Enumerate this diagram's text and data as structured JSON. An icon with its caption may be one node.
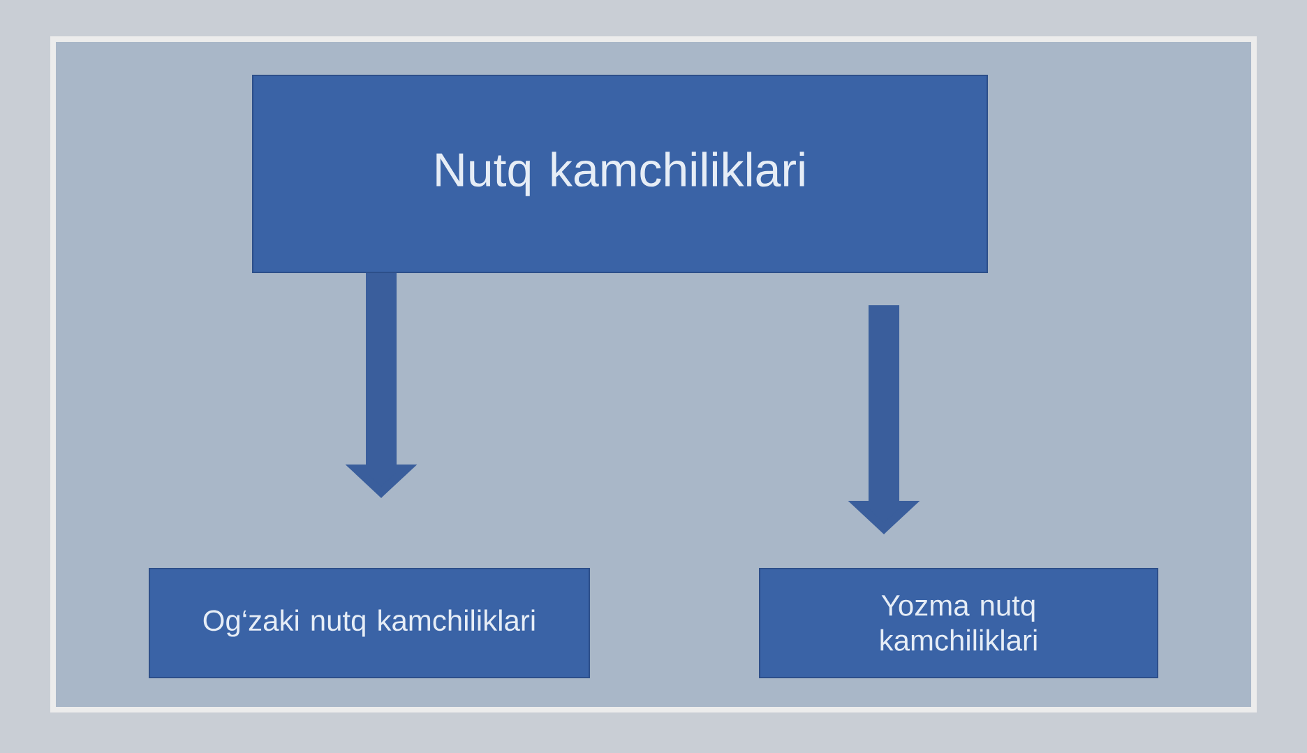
{
  "diagram": {
    "nodes": [
      {
        "text": [
          "Nutq kamchiliklari"
        ]
      },
      {
        "text": [
          "Og‘zaki nutq kamchiliklari"
        ]
      },
      {
        "text": [
          "Yozma nutq kamchiliklari"
        ]
      }
    ],
    "edges": [
      {
        "from": 0,
        "to": 1,
        "arrow": "to"
      },
      {
        "from": 0,
        "to": 2,
        "arrow": "to"
      }
    ]
  }
}
